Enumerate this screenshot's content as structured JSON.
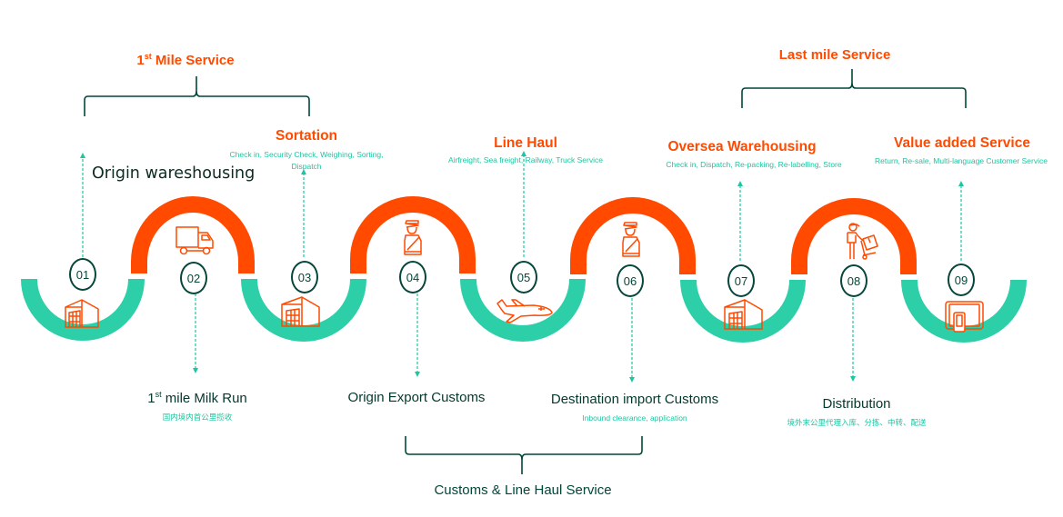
{
  "colors": {
    "orange": "#ff4a00",
    "teal": "#2ccfa8",
    "dark_teal": "#06463b",
    "connector": "#19c7a0"
  },
  "groups": {
    "first_mile": {
      "title_prefix": "1",
      "title_sup": "st",
      "title_rest": " Mile Service"
    },
    "last_mile": {
      "title": "Last mile Service"
    },
    "customs": {
      "title": "Customs & Line Haul Service"
    }
  },
  "steps": [
    {
      "num": "01",
      "icon": "warehouse-icon",
      "label": "Origin wareshousing",
      "sub": "",
      "position": "above"
    },
    {
      "num": "02",
      "icon": "truck-icon",
      "label_prefix": "1",
      "label_sup": "st",
      "label_rest": " mile Milk Run",
      "sub": "国内境内首公里揽收",
      "position": "below"
    },
    {
      "num": "03",
      "icon": "warehouse-icon",
      "label": "Sortation",
      "sub_line1": "Check in, Security Check,  Weighing, Sorting,",
      "sub_line2": "Dispatch",
      "position": "above"
    },
    {
      "num": "04",
      "icon": "customs-officer-icon",
      "label": "Origin Export Customs",
      "sub": "",
      "position": "below"
    },
    {
      "num": "05",
      "icon": "airplane-icon",
      "label": "Line Haul",
      "sub": "Airfreight, Sea freight, Railway, Truck Service",
      "position": "above"
    },
    {
      "num": "06",
      "icon": "customs-officer-icon",
      "label": "Destination import Customs",
      "sub": "Inbound clearance, application",
      "position": "below"
    },
    {
      "num": "07",
      "icon": "warehouse-icon",
      "label": "Oversea Warehousing",
      "sub": "Check in, Dispatch, Re-packing, Re-labelling, Store",
      "position": "above"
    },
    {
      "num": "08",
      "icon": "delivery-person-icon",
      "label": "Distribution",
      "sub": "境外末公里代理入库、分拣、中转、配送",
      "position": "below"
    },
    {
      "num": "09",
      "icon": "tablet-phone-icon",
      "label": "Value added Service",
      "sub": "Return, Re-sale, Multi-language Customer Service",
      "position": "above"
    }
  ]
}
